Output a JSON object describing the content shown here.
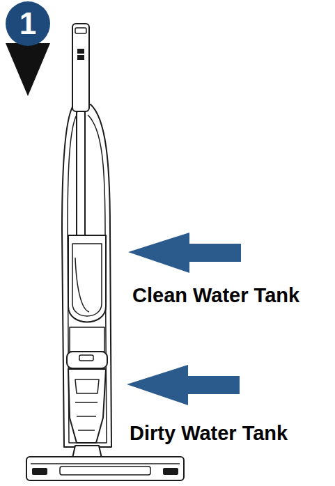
{
  "diagram": {
    "nodes": [
      {
        "text": [
          "1"
        ]
      }
    ],
    "labels": [
      "Clean Water Tank",
      "Dirty Water Tank"
    ]
  }
}
